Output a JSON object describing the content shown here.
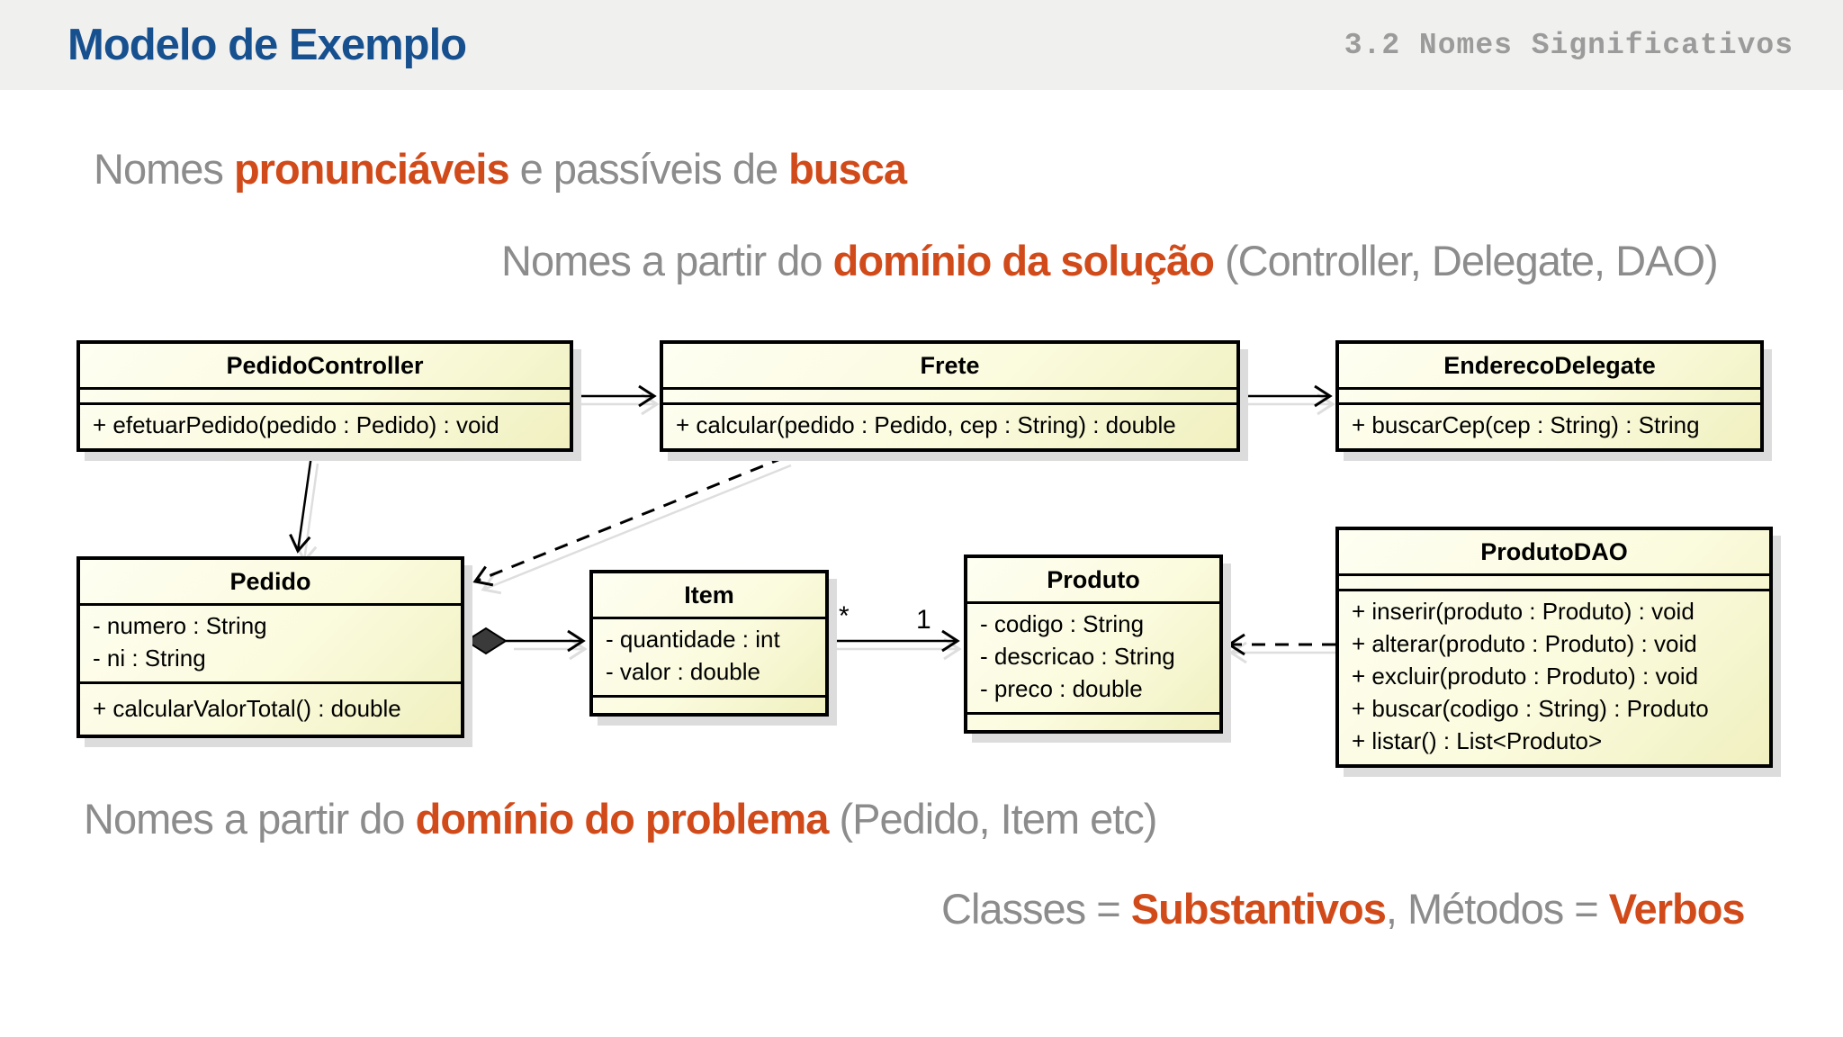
{
  "header": {
    "title": "Modelo de Exemplo",
    "section": "3.2 Nomes Significativos"
  },
  "annotations": {
    "line1": {
      "part1": "Nomes ",
      "bold1": "pronunciáveis",
      "part2": " e passíveis de ",
      "bold2": "busca"
    },
    "line2": {
      "part1": "Nomes a partir do ",
      "bold1": "domínio da solução",
      "part2": " (Controller, Delegate, DAO)"
    },
    "line3": {
      "part1": "Nomes a partir do ",
      "bold1": "domínio do problema",
      "part2": " (Pedido, Item etc)"
    },
    "line4": {
      "part1": "Classes = ",
      "bold1": "Substantivos",
      "part2": ", Métodos = ",
      "bold2": "Verbos"
    }
  },
  "colors": {
    "accent_orange": "#d14a1a",
    "title_blue": "#17508f",
    "gray_text": "#8c8c8c",
    "box_fill": "#fbfbde",
    "box_border": "#000000",
    "header_bg": "#f0f0ee"
  },
  "classes": [
    {
      "name": "PedidoController",
      "attributes": [],
      "methods": [
        "+ efetuarPedido(pedido : Pedido) : void"
      ]
    },
    {
      "name": "Frete",
      "attributes": [],
      "methods": [
        "+ calcular(pedido : Pedido, cep : String) : double"
      ]
    },
    {
      "name": "EnderecoDelegate",
      "attributes": [],
      "methods": [
        "+ buscarCep(cep : String) : String"
      ]
    },
    {
      "name": "Pedido",
      "attributes": [
        "- numero : String",
        "- ni : String"
      ],
      "methods": [
        "+ calcularValorTotal() : double"
      ]
    },
    {
      "name": "Item",
      "attributes": [
        "- quantidade : int",
        "- valor : double"
      ],
      "methods": []
    },
    {
      "name": "Produto",
      "attributes": [
        "- codigo : String",
        "- descricao : String",
        "- preco : double"
      ],
      "methods": []
    },
    {
      "name": "ProdutoDAO",
      "attributes": [],
      "methods": [
        "+ inserir(produto : Produto) : void",
        "+ alterar(produto : Produto) : void",
        "+ excluir(produto : Produto) : void",
        "+ buscar(codigo : String) : Produto",
        "+ listar() : List<Produto>"
      ]
    }
  ],
  "relations": {
    "item_side_multiplicity": "*",
    "produto_side_multiplicity": "1"
  }
}
